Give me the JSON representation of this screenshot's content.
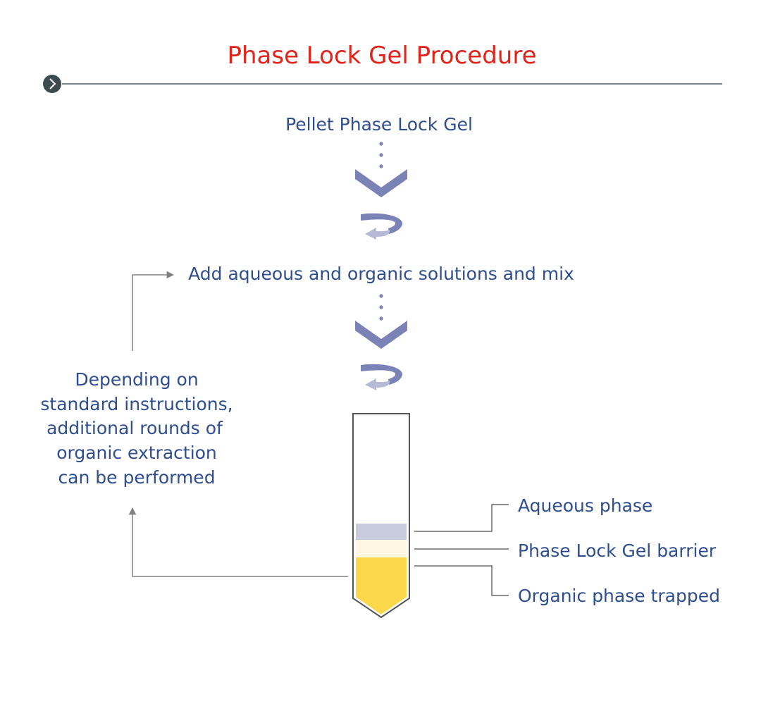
{
  "title": "Phase Lock Gel Procedure",
  "steps": {
    "step1": "Pellet Phase Lock Gel",
    "step2": "Add aqueous and organic solutions and mix"
  },
  "side_note": [
    "Depending on",
    "standard instructions,",
    "additional rounds of",
    "organic extraction",
    "can be performed"
  ],
  "tube_labels": {
    "aqueous": "Aqueous phase",
    "barrier": "Phase Lock Gel barrier",
    "organic": "Organic phase trapped"
  },
  "colors": {
    "title": "#e2231a",
    "text": "#2f4e8f",
    "arrow": "#7b82b5",
    "aqueous": "#c9cbdf",
    "barrier": "#fff7e1",
    "organic": "#fbd74a"
  }
}
